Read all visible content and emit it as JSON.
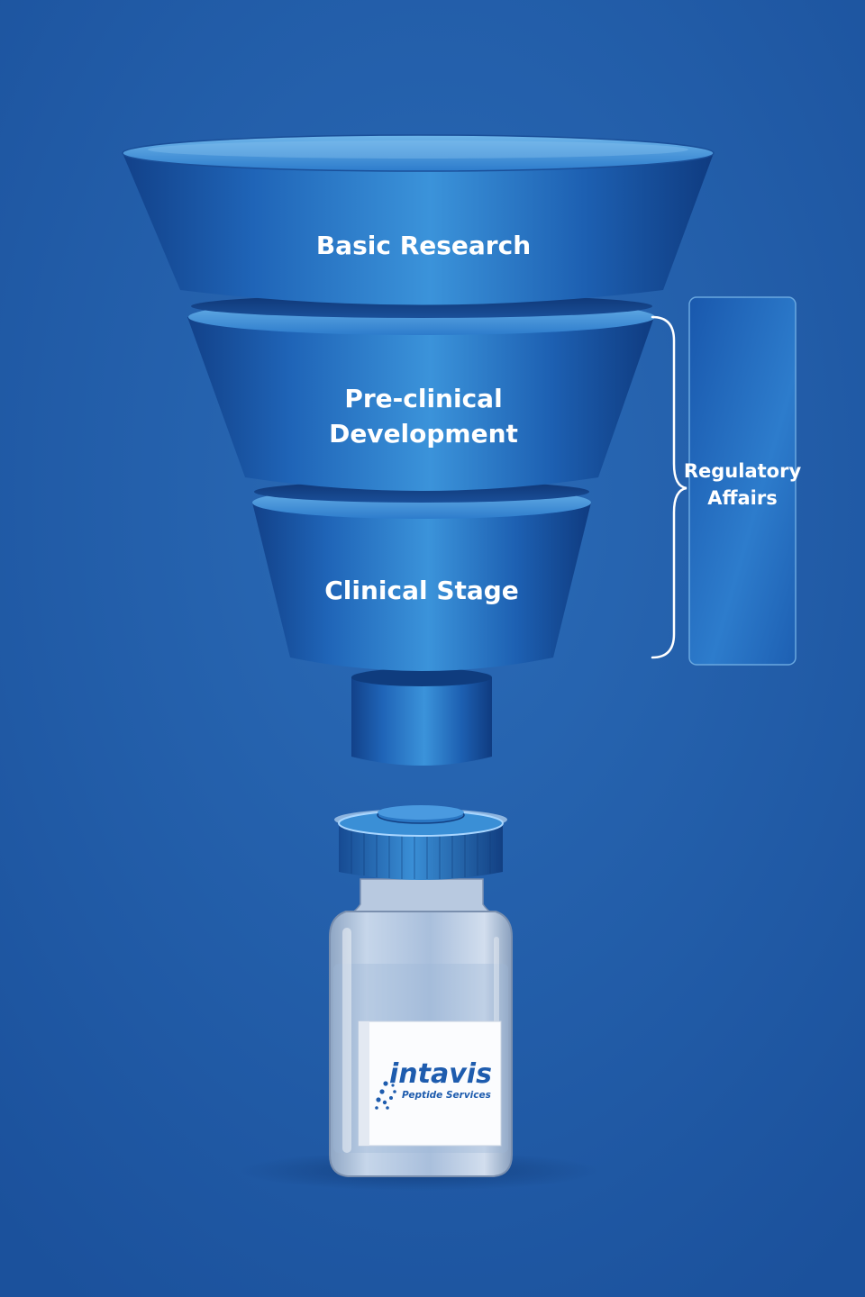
{
  "diagram": {
    "type": "funnel",
    "stages": [
      {
        "id": "basic",
        "lines": [
          "Basic Research"
        ]
      },
      {
        "id": "preclinical",
        "lines": [
          "Pre-clinical",
          "Development"
        ]
      },
      {
        "id": "clinical",
        "lines": [
          "Clinical Stage"
        ]
      }
    ],
    "side_box": {
      "lines": [
        "Regulatory",
        "Affairs"
      ]
    }
  },
  "vial_label": {
    "brand": "intavis",
    "tagline": "Peptide Services"
  },
  "colors": {
    "background": "#1f5ba5",
    "funnel_mid": "#3a8fd6",
    "funnel_dark": "#14468e",
    "label_text": "#ffffff",
    "brand": "#1e5cae"
  }
}
